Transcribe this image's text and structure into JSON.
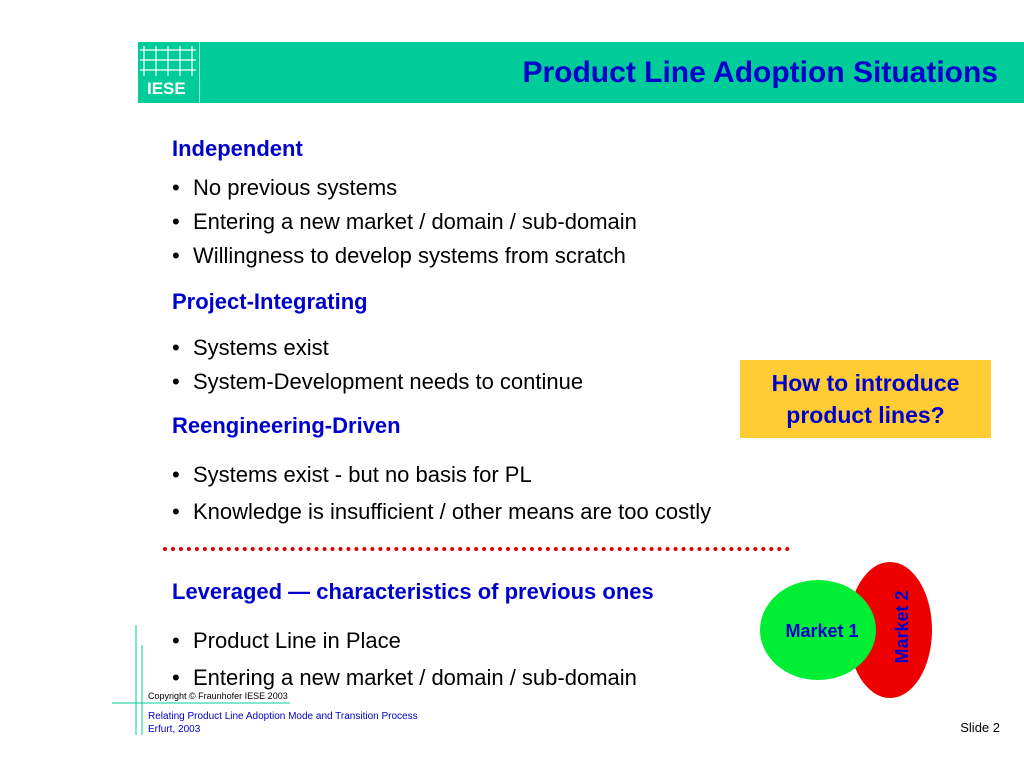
{
  "header": {
    "logo": "IESE",
    "title": "Product Line Adoption Situations"
  },
  "sections": [
    {
      "heading": "Independent",
      "bullets": [
        "No previous systems",
        "Entering a new market / domain / sub-domain",
        "Willingness to develop systems from scratch"
      ]
    },
    {
      "heading": "Project-Integrating",
      "bullets": [
        "Systems exist",
        "System-Development needs to continue"
      ]
    },
    {
      "heading": "Reengineering-Driven",
      "bullets": [
        "Systems exist - but no basis for PL",
        "Knowledge is insufficient / other means are too costly"
      ]
    },
    {
      "heading": "Leveraged — characteristics of previous ones",
      "bullets": [
        "Product Line in Place",
        "Entering a new market / domain / sub-domain"
      ]
    }
  ],
  "bullet_char": "•",
  "callout": {
    "line1": "How to introduce",
    "line2": "product lines?"
  },
  "venn": {
    "market1": "Market 1",
    "market2": "Market 2"
  },
  "footer": {
    "copyright": "Copyright © Fraunhofer IESE 2003",
    "line1": "Relating Product Line Adoption Mode and Transition Process",
    "line2": "Erfurt, 2003",
    "slide": "Slide 2"
  },
  "colors": {
    "title_bar": "#00cc99",
    "heading": "#0000cc",
    "callout_bg": "#ffcc33",
    "separator": "#dd0000",
    "market1": "#00ee33",
    "market2": "#ee0000"
  }
}
